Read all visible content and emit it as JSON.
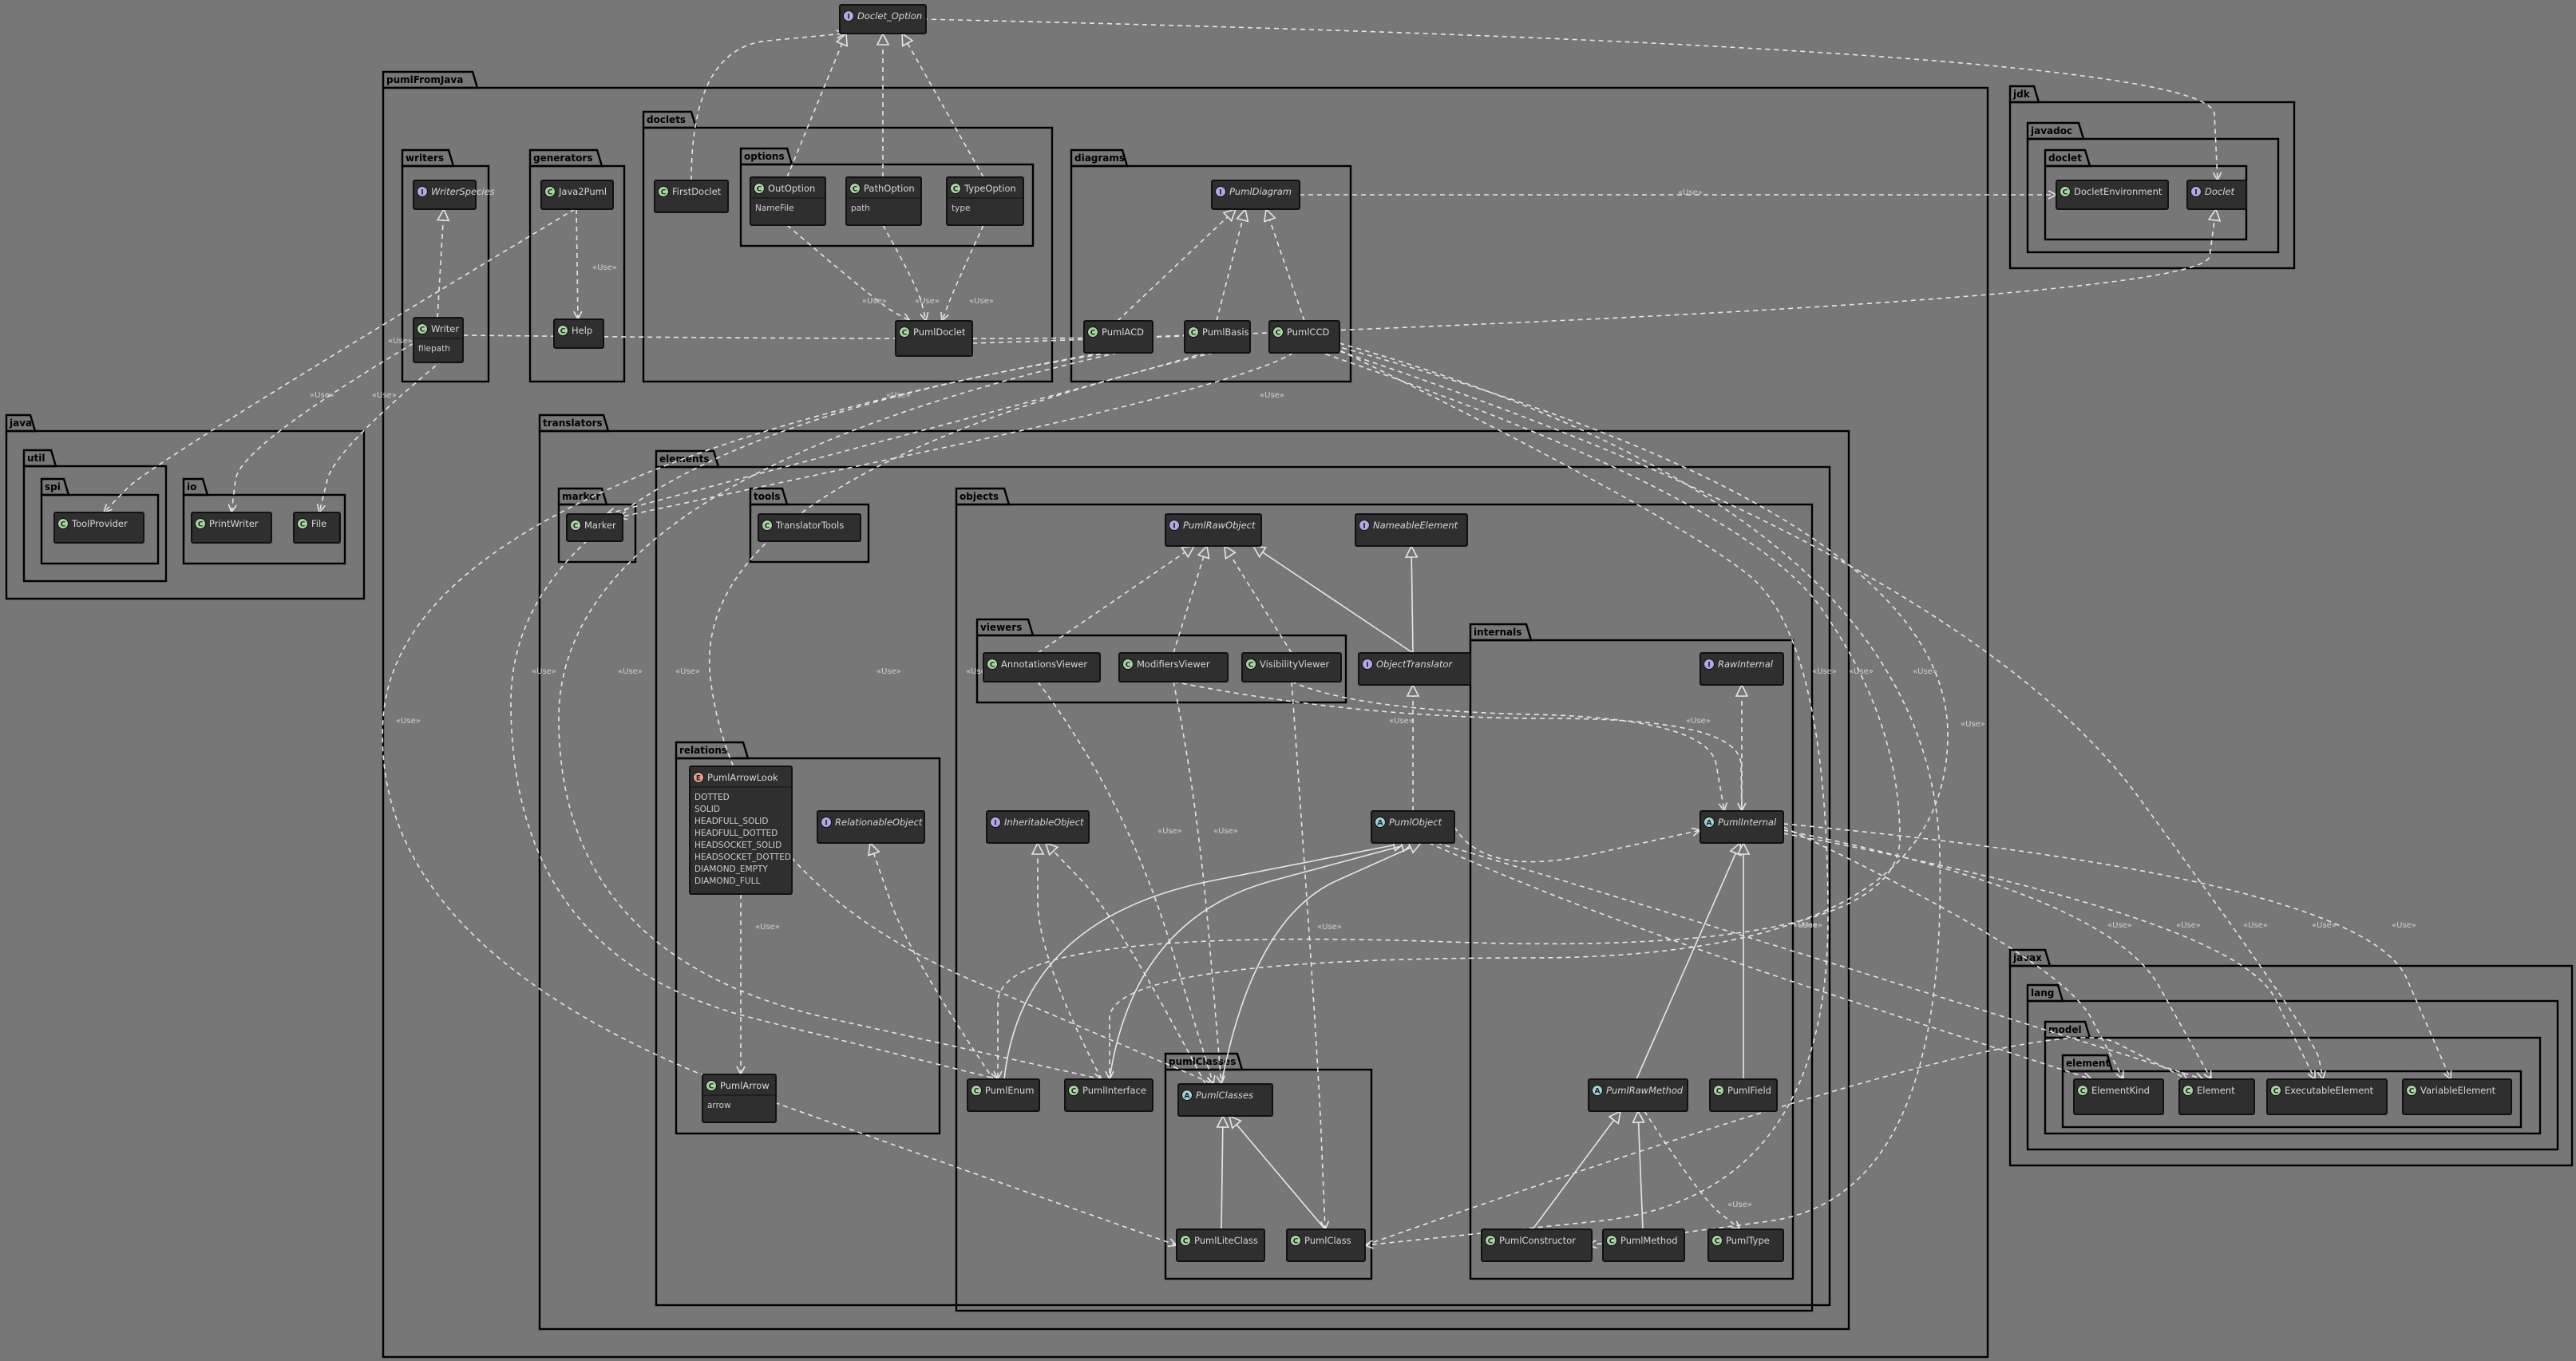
{
  "packages": [
    {
      "id": "pumlFromJava",
      "label": "pumlFromJava"
    },
    {
      "id": "writers",
      "label": "writers"
    },
    {
      "id": "generators",
      "label": "generators"
    },
    {
      "id": "doclets",
      "label": "doclets"
    },
    {
      "id": "options",
      "label": "options"
    },
    {
      "id": "diagrams",
      "label": "diagrams"
    },
    {
      "id": "translators",
      "label": "translators"
    },
    {
      "id": "elements",
      "label": "elements"
    },
    {
      "id": "marker",
      "label": "marker"
    },
    {
      "id": "tools",
      "label": "tools"
    },
    {
      "id": "objects",
      "label": "objects"
    },
    {
      "id": "viewers",
      "label": "viewers"
    },
    {
      "id": "internals",
      "label": "internals"
    },
    {
      "id": "relations",
      "label": "relations"
    },
    {
      "id": "pumlClasses",
      "label": "pumlClasses"
    },
    {
      "id": "jdk",
      "label": "jdk"
    },
    {
      "id": "javadoc",
      "label": "javadoc"
    },
    {
      "id": "doclet",
      "label": "doclet"
    },
    {
      "id": "java",
      "label": "java"
    },
    {
      "id": "util",
      "label": "util"
    },
    {
      "id": "spi",
      "label": "spi"
    },
    {
      "id": "io",
      "label": "io"
    },
    {
      "id": "javax",
      "label": "javax"
    },
    {
      "id": "lang",
      "label": "lang"
    },
    {
      "id": "model",
      "label": "model"
    },
    {
      "id": "element",
      "label": "element"
    }
  ],
  "classes": [
    {
      "id": "Doclet_Option",
      "name": "Doclet_Option",
      "kind": "interface",
      "badge": "I",
      "italic": true,
      "attrs": []
    },
    {
      "id": "WriterSpecies",
      "name": "WriterSpecies",
      "kind": "interface",
      "badge": "I",
      "italic": true,
      "attrs": []
    },
    {
      "id": "Writer",
      "name": "Writer",
      "kind": "class",
      "badge": "C",
      "italic": false,
      "attrs": [
        "filepath"
      ]
    },
    {
      "id": "Java2Puml",
      "name": "Java2Puml",
      "kind": "class",
      "badge": "C",
      "italic": false,
      "attrs": []
    },
    {
      "id": "Help",
      "name": "Help",
      "kind": "class",
      "badge": "C",
      "italic": false,
      "attrs": []
    },
    {
      "id": "FirstDoclet",
      "name": "FirstDoclet",
      "kind": "class",
      "badge": "C",
      "italic": false,
      "attrs": []
    },
    {
      "id": "OutOption",
      "name": "OutOption",
      "kind": "class",
      "badge": "C",
      "italic": false,
      "attrs": [
        "NameFile"
      ]
    },
    {
      "id": "PathOption",
      "name": "PathOption",
      "kind": "class",
      "badge": "C",
      "italic": false,
      "attrs": [
        "path"
      ]
    },
    {
      "id": "TypeOption",
      "name": "TypeOption",
      "kind": "class",
      "badge": "C",
      "italic": false,
      "attrs": [
        "type"
      ]
    },
    {
      "id": "PumlDoclet",
      "name": "PumlDoclet",
      "kind": "class",
      "badge": "C",
      "italic": false,
      "attrs": []
    },
    {
      "id": "PumlDiagram",
      "name": "PumlDiagram",
      "kind": "interface",
      "badge": "I",
      "italic": true,
      "attrs": []
    },
    {
      "id": "PumlACD",
      "name": "PumlACD",
      "kind": "class",
      "badge": "C",
      "italic": false,
      "attrs": []
    },
    {
      "id": "PumlBasis",
      "name": "PumlBasis",
      "kind": "class",
      "badge": "C",
      "italic": false,
      "attrs": []
    },
    {
      "id": "PumlCCD",
      "name": "PumlCCD",
      "kind": "class",
      "badge": "C",
      "italic": false,
      "attrs": []
    },
    {
      "id": "DocletEnvironment",
      "name": "DocletEnvironment",
      "kind": "class",
      "badge": "C",
      "italic": false,
      "attrs": []
    },
    {
      "id": "Doclet",
      "name": "Doclet",
      "kind": "interface",
      "badge": "I",
      "italic": true,
      "attrs": []
    },
    {
      "id": "ToolProvider",
      "name": "ToolProvider",
      "kind": "class",
      "badge": "C",
      "italic": false,
      "attrs": []
    },
    {
      "id": "PrintWriter",
      "name": "PrintWriter",
      "kind": "class",
      "badge": "C",
      "italic": false,
      "attrs": []
    },
    {
      "id": "File",
      "name": "File",
      "kind": "class",
      "badge": "C",
      "italic": false,
      "attrs": []
    },
    {
      "id": "Marker",
      "name": "Marker",
      "kind": "class",
      "badge": "C",
      "italic": false,
      "attrs": []
    },
    {
      "id": "TranslatorTools",
      "name": "TranslatorTools",
      "kind": "class",
      "badge": "C",
      "italic": false,
      "attrs": []
    },
    {
      "id": "PumlRawObject",
      "name": "PumlRawObject",
      "kind": "interface",
      "badge": "I",
      "italic": true,
      "attrs": []
    },
    {
      "id": "NameableElement",
      "name": "NameableElement",
      "kind": "interface",
      "badge": "I",
      "italic": true,
      "attrs": []
    },
    {
      "id": "AnnotationsViewer",
      "name": "AnnotationsViewer",
      "kind": "class",
      "badge": "C",
      "italic": false,
      "attrs": []
    },
    {
      "id": "ModifiersViewer",
      "name": "ModifiersViewer",
      "kind": "class",
      "badge": "C",
      "italic": false,
      "attrs": []
    },
    {
      "id": "VisibilityViewer",
      "name": "VisibilityViewer",
      "kind": "class",
      "badge": "C",
      "italic": false,
      "attrs": []
    },
    {
      "id": "ObjectTranslator",
      "name": "ObjectTranslator",
      "kind": "interface",
      "badge": "I",
      "italic": true,
      "attrs": []
    },
    {
      "id": "RawInternal",
      "name": "RawInternal",
      "kind": "interface",
      "badge": "I",
      "italic": true,
      "attrs": []
    },
    {
      "id": "PumlArrowLook",
      "name": "PumlArrowLook",
      "kind": "enum",
      "badge": "E",
      "italic": false,
      "attrs": [
        "DOTTED",
        "SOLID",
        "HEADFULL_SOLID",
        "HEADFULL_DOTTED",
        "HEADSOCKET_SOLID",
        "HEADSOCKET_DOTTED",
        "DIAMOND_EMPTY",
        "DIAMOND_FULL"
      ]
    },
    {
      "id": "RelationableObject",
      "name": "RelationableObject",
      "kind": "interface",
      "badge": "I",
      "italic": true,
      "attrs": []
    },
    {
      "id": "InheritableObject",
      "name": "InheritableObject",
      "kind": "interface",
      "badge": "I",
      "italic": true,
      "attrs": []
    },
    {
      "id": "PumlObject",
      "name": "PumlObject",
      "kind": "abstract",
      "badge": "A",
      "italic": true,
      "attrs": []
    },
    {
      "id": "PumlInternal",
      "name": "PumlInternal",
      "kind": "abstract",
      "badge": "A",
      "italic": true,
      "attrs": []
    },
    {
      "id": "PumlArrow",
      "name": "PumlArrow",
      "kind": "class",
      "badge": "C",
      "italic": false,
      "attrs": [
        "arrow"
      ]
    },
    {
      "id": "PumlEnum",
      "name": "PumlEnum",
      "kind": "class",
      "badge": "C",
      "italic": false,
      "attrs": []
    },
    {
      "id": "PumlInterface",
      "name": "PumlInterface",
      "kind": "class",
      "badge": "C",
      "italic": false,
      "attrs": []
    },
    {
      "id": "PumlClasses",
      "name": "PumlClasses",
      "kind": "abstract",
      "badge": "A",
      "italic": true,
      "attrs": []
    },
    {
      "id": "PumlLiteClass",
      "name": "PumlLiteClass",
      "kind": "class",
      "badge": "C",
      "italic": false,
      "attrs": []
    },
    {
      "id": "PumlClass",
      "name": "PumlClass",
      "kind": "class",
      "badge": "C",
      "italic": false,
      "attrs": []
    },
    {
      "id": "PumlRawMethod",
      "name": "PumlRawMethod",
      "kind": "abstract",
      "badge": "A",
      "italic": true,
      "attrs": []
    },
    {
      "id": "PumlField",
      "name": "PumlField",
      "kind": "class",
      "badge": "C",
      "italic": false,
      "attrs": []
    },
    {
      "id": "PumlConstructor",
      "name": "PumlConstructor",
      "kind": "class",
      "badge": "C",
      "italic": false,
      "attrs": []
    },
    {
      "id": "PumlMethod",
      "name": "PumlMethod",
      "kind": "class",
      "badge": "C",
      "italic": false,
      "attrs": []
    },
    {
      "id": "PumlType",
      "name": "PumlType",
      "kind": "class",
      "badge": "C",
      "italic": false,
      "attrs": []
    },
    {
      "id": "ElementKind",
      "name": "ElementKind",
      "kind": "class",
      "badge": "C",
      "italic": false,
      "attrs": []
    },
    {
      "id": "Element",
      "name": "Element",
      "kind": "class",
      "badge": "C",
      "italic": false,
      "attrs": []
    },
    {
      "id": "ExecutableElement",
      "name": "ExecutableElement",
      "kind": "class",
      "badge": "C",
      "italic": false,
      "attrs": []
    },
    {
      "id": "VariableElement",
      "name": "VariableElement",
      "kind": "class",
      "badge": "C",
      "italic": false,
      "attrs": []
    }
  ],
  "relations": [
    {
      "from": "FirstDoclet",
      "to": "Doclet_Option",
      "type": "use",
      "label": ""
    },
    {
      "from": "OutOption",
      "to": "Doclet_Option",
      "type": "realization",
      "label": ""
    },
    {
      "from": "PathOption",
      "to": "Doclet_Option",
      "type": "realization",
      "label": ""
    },
    {
      "from": "TypeOption",
      "to": "Doclet_Option",
      "type": "realization",
      "label": ""
    },
    {
      "from": "Doclet_Option",
      "to": "Doclet",
      "type": "use",
      "label": ""
    },
    {
      "from": "Writer",
      "to": "WriterSpecies",
      "type": "realization",
      "label": ""
    },
    {
      "from": "Java2Puml",
      "to": "Help",
      "type": "use",
      "label": "«Use»"
    },
    {
      "from": "Java2Puml",
      "to": "ToolProvider",
      "type": "use",
      "label": ""
    },
    {
      "from": "OutOption",
      "to": "PumlDoclet",
      "type": "use",
      "label": "«Use»"
    },
    {
      "from": "PathOption",
      "to": "PumlDoclet",
      "type": "use",
      "label": "«Use»"
    },
    {
      "from": "TypeOption",
      "to": "PumlDoclet",
      "type": "use",
      "label": "«Use»"
    },
    {
      "from": "PumlDoclet",
      "to": "Doclet",
      "type": "realization",
      "label": ""
    },
    {
      "from": "PumlACD",
      "to": "PumlDiagram",
      "type": "realization",
      "label": ""
    },
    {
      "from": "PumlBasis",
      "to": "PumlDiagram",
      "type": "realization",
      "label": ""
    },
    {
      "from": "PumlCCD",
      "to": "PumlDiagram",
      "type": "realization",
      "label": ""
    },
    {
      "from": "PumlDiagram",
      "to": "DocletEnvironment",
      "type": "use",
      "label": "«Use»"
    },
    {
      "from": "Writer",
      "to": "PrintWriter",
      "type": "use",
      "label": "«Use»"
    },
    {
      "from": "Writer",
      "to": "File",
      "type": "use",
      "label": "«Use»"
    },
    {
      "from": "Writer",
      "to": "PumlBasis",
      "type": "use",
      "label": "«Use»"
    },
    {
      "from": "PumlBasis",
      "to": "Marker",
      "type": "use",
      "label": "«Use»"
    },
    {
      "from": "PumlCCD",
      "to": "Marker",
      "type": "use",
      "label": "«Use»"
    },
    {
      "from": "PumlACD",
      "to": "PumlLiteClass",
      "type": "use",
      "label": "«Use»"
    },
    {
      "from": "PumlACD",
      "to": "PumlEnum",
      "type": "use",
      "label": "«Use»"
    },
    {
      "from": "PumlACD",
      "to": "PumlInterface",
      "type": "use",
      "label": "«Use»"
    },
    {
      "from": "PumlBasis",
      "to": "PumlClasses",
      "type": "use",
      "label": "«Use»"
    },
    {
      "from": "PumlCCD",
      "to": "PumlClass",
      "type": "use",
      "label": "«Use»"
    },
    {
      "from": "PumlCCD",
      "to": "PumlEnum",
      "type": "use",
      "label": "«Use»"
    },
    {
      "from": "PumlCCD",
      "to": "PumlInterface",
      "type": "use",
      "label": "«Use»"
    },
    {
      "from": "AnnotationsViewer",
      "to": "PumlRawObject",
      "type": "realization",
      "label": ""
    },
    {
      "from": "ModifiersViewer",
      "to": "PumlRawObject",
      "type": "realization",
      "label": ""
    },
    {
      "from": "VisibilityViewer",
      "to": "PumlRawObject",
      "type": "realization",
      "label": ""
    },
    {
      "from": "ObjectTranslator",
      "to": "PumlRawObject",
      "type": "generalization",
      "label": ""
    },
    {
      "from": "ObjectTranslator",
      "to": "NameableElement",
      "type": "generalization",
      "label": ""
    },
    {
      "from": "PumlObject",
      "to": "ObjectTranslator",
      "type": "realization",
      "label": ""
    },
    {
      "from": "PumlInternal",
      "to": "RawInternal",
      "type": "realization",
      "label": ""
    },
    {
      "from": "ModifiersViewer",
      "to": "PumlInternal",
      "type": "use",
      "label": "«Use»"
    },
    {
      "from": "VisibilityViewer",
      "to": "PumlInternal",
      "type": "use",
      "label": "«Use»"
    },
    {
      "from": "AnnotationsViewer",
      "to": "PumlClasses",
      "type": "use",
      "label": "«Use»"
    },
    {
      "from": "ModifiersViewer",
      "to": "PumlClasses",
      "type": "use",
      "label": "«Use»"
    },
    {
      "from": "VisibilityViewer",
      "to": "PumlClass",
      "type": "use",
      "label": "«Use»"
    },
    {
      "from": "PumlArrowLook",
      "to": "PumlArrow",
      "type": "use",
      "label": "«Use»"
    },
    {
      "from": "PumlEnum",
      "to": "RelationableObject",
      "type": "realization",
      "label": ""
    },
    {
      "from": "PumlInterface",
      "to": "InheritableObject",
      "type": "realization",
      "label": ""
    },
    {
      "from": "PumlClasses",
      "to": "InheritableObject",
      "type": "realization",
      "label": ""
    },
    {
      "from": "PumlEnum",
      "to": "PumlObject",
      "type": "generalization",
      "label": ""
    },
    {
      "from": "PumlInterface",
      "to": "PumlObject",
      "type": "generalization",
      "label": ""
    },
    {
      "from": "PumlClasses",
      "to": "PumlObject",
      "type": "generalization",
      "label": ""
    },
    {
      "from": "PumlLiteClass",
      "to": "PumlClasses",
      "type": "generalization",
      "label": ""
    },
    {
      "from": "PumlClass",
      "to": "PumlClasses",
      "type": "generalization",
      "label": ""
    },
    {
      "from": "PumlRawMethod",
      "to": "PumlInternal",
      "type": "generalization",
      "label": ""
    },
    {
      "from": "PumlField",
      "to": "PumlInternal",
      "type": "generalization",
      "label": ""
    },
    {
      "from": "PumlConstructor",
      "to": "PumlRawMethod",
      "type": "generalization",
      "label": ""
    },
    {
      "from": "PumlMethod",
      "to": "PumlRawMethod",
      "type": "generalization",
      "label": ""
    },
    {
      "from": "PumlRawMethod",
      "to": "PumlType",
      "type": "use",
      "label": "«Use»"
    },
    {
      "from": "PumlObject",
      "to": "PumlInternal",
      "type": "use",
      "label": "«Use»"
    },
    {
      "from": "PumlObject",
      "to": "ElementKind",
      "type": "use",
      "label": "«Use»"
    },
    {
      "from": "PumlObject",
      "to": "Element",
      "type": "use",
      "label": "«Use»"
    },
    {
      "from": "PumlInternal",
      "to": "ElementKind",
      "type": "use",
      "label": "«Use»"
    },
    {
      "from": "PumlInternal",
      "to": "Element",
      "type": "use",
      "label": "«Use»"
    },
    {
      "from": "PumlInternal",
      "to": "ExecutableElement",
      "type": "use",
      "label": "«Use»"
    },
    {
      "from": "PumlInternal",
      "to": "VariableElement",
      "type": "use",
      "label": "«Use»"
    },
    {
      "from": "PumlCCD",
      "to": "PumlConstructor",
      "type": "use",
      "label": "«Use»"
    },
    {
      "from": "PumlCCD",
      "to": "ExecutableElement",
      "type": "use",
      "label": "«Use»"
    },
    {
      "from": "PumlClass",
      "to": "Element",
      "type": "use",
      "label": "«Use»"
    }
  ],
  "colors": {
    "background": "#777777",
    "box": "#2f2f2f",
    "text": "#d8d8d8",
    "line": "#e6e6e6",
    "package_border": "#000000",
    "badge_class": "#a7d7a0",
    "badge_interface": "#b7a6e6",
    "badge_abstract": "#9fd3dc",
    "badge_enum": "#e8a48f"
  }
}
